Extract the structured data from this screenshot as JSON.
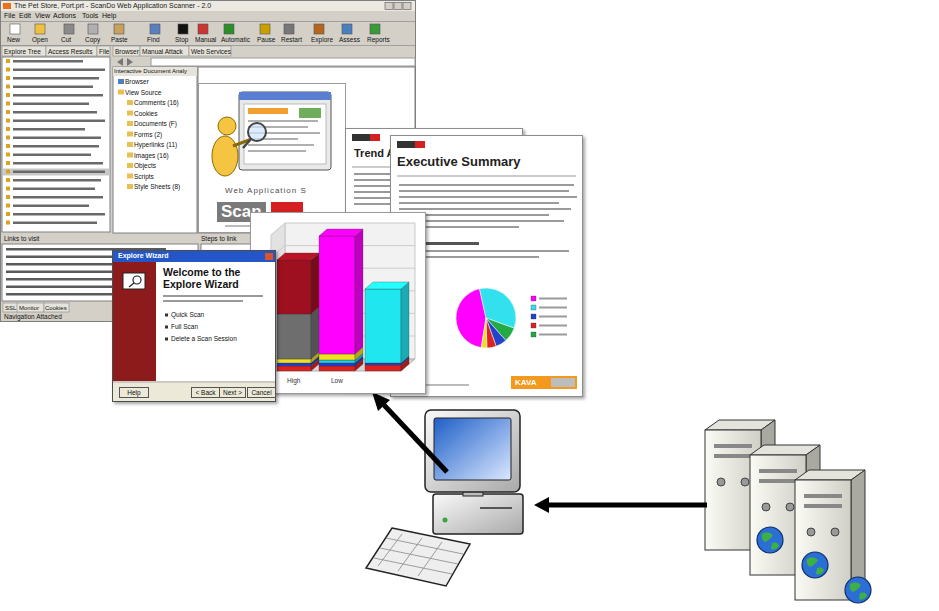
{
  "diagram": {
    "nodes": [
      {
        "text": [
          "The Pet Store, Port.prt - ScanDo Web Application Scanner - 2.0"
        ]
      },
      {
        "text": [
          "Web Application S",
          "Scan"
        ],
        "in": 0
      },
      {
        "text": [
          "Trend Analysis"
        ]
      },
      {
        "text": [
          "Executive Summary"
        ]
      },
      {
        "text": [
          "High",
          "Low"
        ]
      },
      {
        "text": [
          "Explore Wizard",
          "Welcome to the Explore Wizard"
        ]
      },
      {
        "text": [
          "Help"
        ],
        "in": 5
      },
      {
        "text": [
          "< Back"
        ],
        "in": 5
      },
      {
        "text": [
          "Next >"
        ],
        "in": 5
      },
      {
        "text": [
          "Cancel"
        ],
        "in": 5
      }
    ],
    "labels": [
      "File",
      "Edit",
      "View",
      "Actions",
      "Tools",
      "Help",
      "New",
      "Open",
      "Cut",
      "Copy",
      "Paste",
      "Find",
      "Stop",
      "Manual",
      "Automatic",
      "Pause",
      "Restart",
      "Explore",
      "Assess",
      "Reports",
      "Explore Tree",
      "Access Results",
      "File",
      "Browser",
      "Manual Attack",
      "Web Services",
      "Interactive Document Analy",
      "Browser",
      "View Source",
      "Comments (16)",
      "Cookies",
      "Documents (F)",
      "Forms (2)",
      "Hyperlinks (11)",
      "Images (16)",
      "Objects",
      "Scripts",
      "Style Sheets (8)",
      "Links to visit",
      "Steps to link",
      "SSL",
      "Monitor",
      "Cookies",
      "Navigation Attached",
      "Quick Scan",
      "Full Scan",
      "Delete a Scan Session",
      "KAVA"
    ]
  }
}
